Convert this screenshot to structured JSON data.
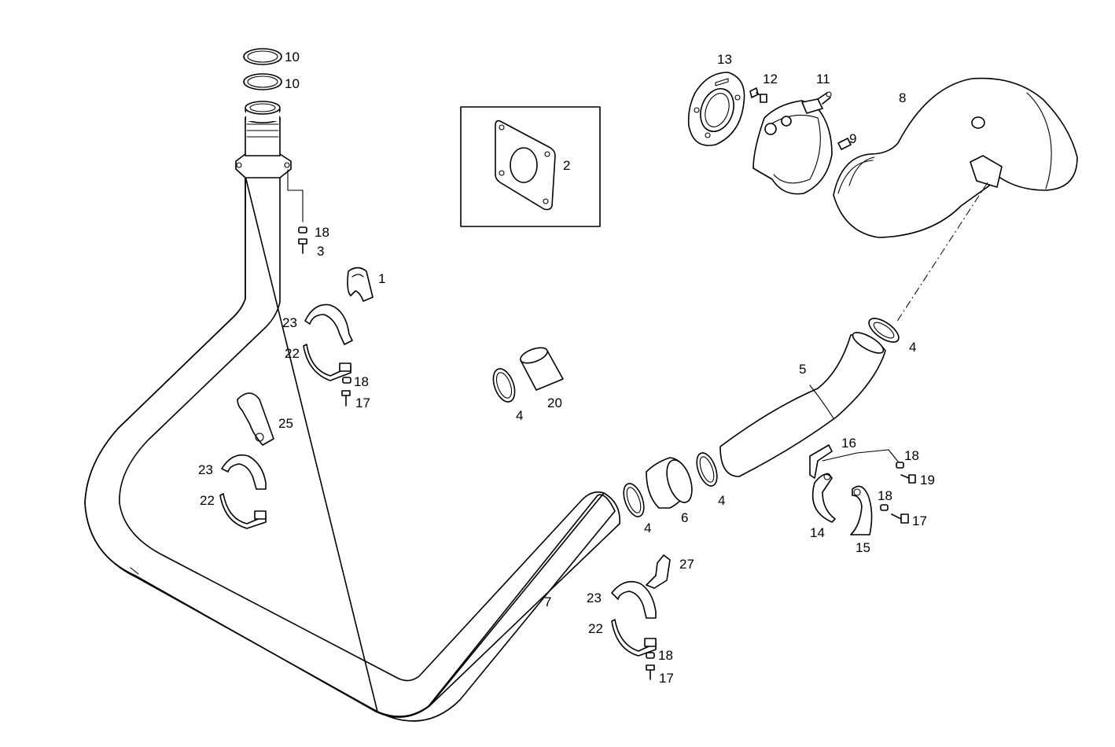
{
  "diagram": {
    "labels": {
      "p1": "1",
      "p2": "2",
      "p3": "3",
      "p4a": "4",
      "p4b": "4",
      "p4c": "4",
      "p4d": "4",
      "p5": "5",
      "p6": "6",
      "p7": "7",
      "p8": "8",
      "p9": "9",
      "p10a": "10",
      "p10b": "10",
      "p11": "11",
      "p12": "12",
      "p13": "13",
      "p14": "14",
      "p15": "15",
      "p16": "16",
      "p17a": "17",
      "p17b": "17",
      "p17c": "17",
      "p18a": "18",
      "p18b": "18",
      "p18c": "18",
      "p18d": "18",
      "p18e": "18",
      "p19": "19",
      "p20": "20",
      "p22a": "22",
      "p22b": "22",
      "p22c": "22",
      "p23a": "23",
      "p23b": "23",
      "p23c": "23",
      "p25": "25",
      "p27": "27"
    }
  }
}
